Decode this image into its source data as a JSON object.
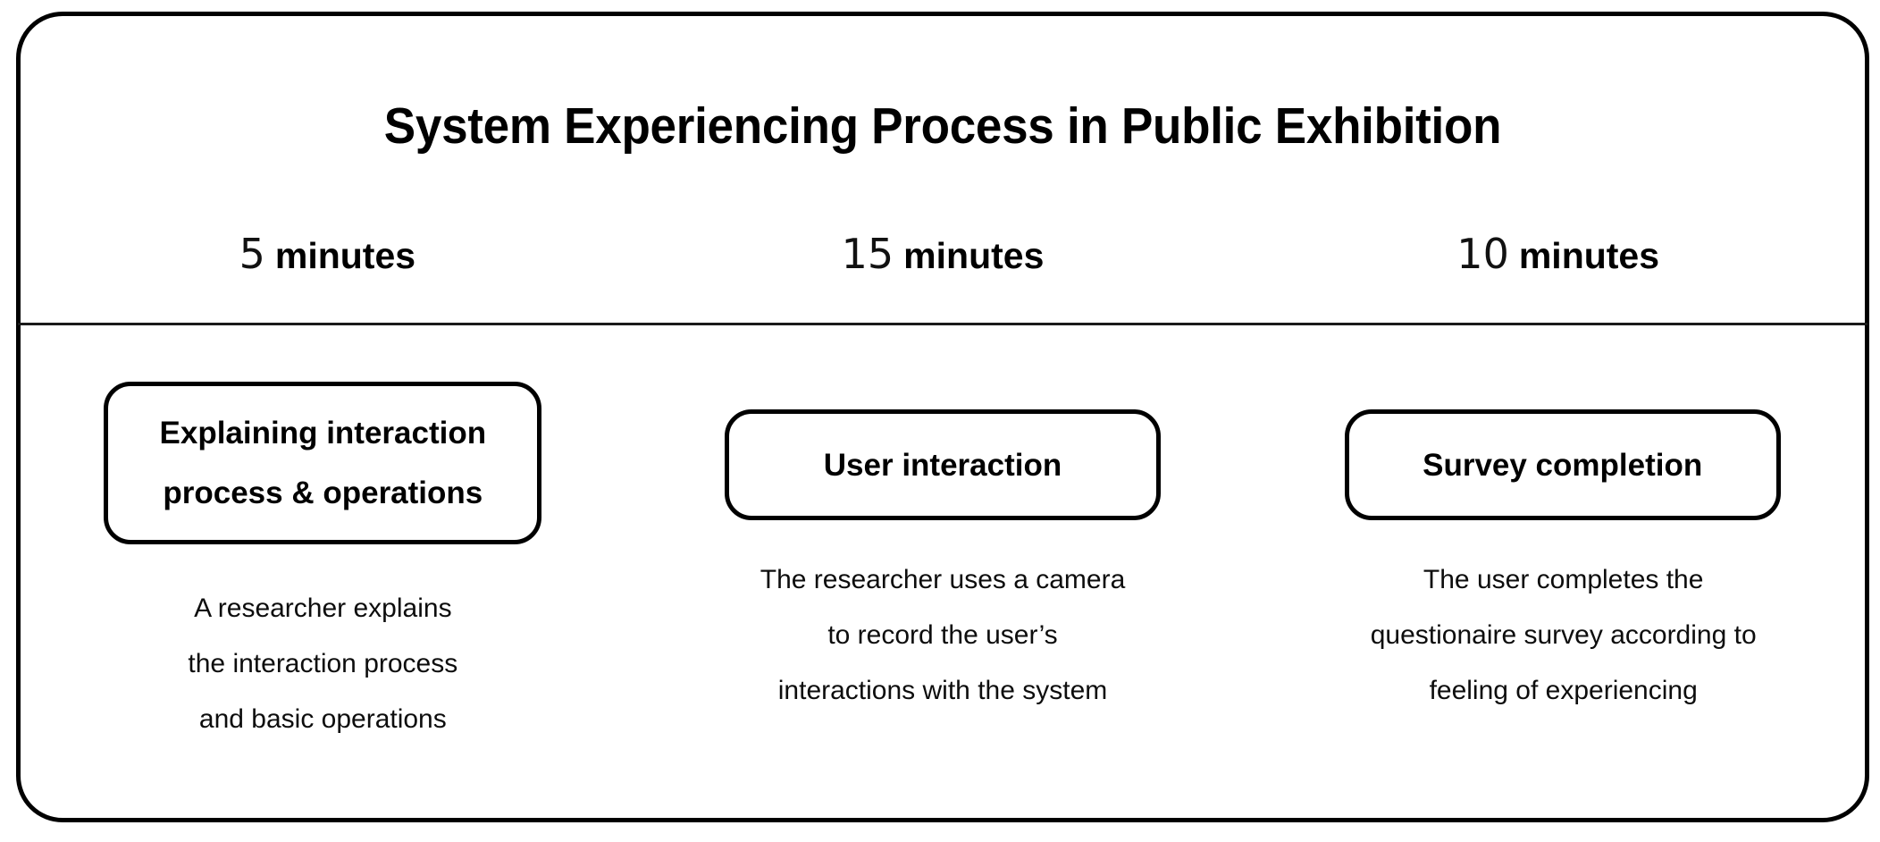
{
  "figure": {
    "title": "System Experiencing Process in Public Exhibition"
  },
  "durations": [
    {
      "number": "5",
      "unit": "minutes"
    },
    {
      "number": "15",
      "unit": "minutes"
    },
    {
      "number": "10",
      "unit": "minutes"
    }
  ],
  "stages": [
    {
      "box_line1": "Explaining interaction",
      "box_line2": "process & operations",
      "caption_line1": "A researcher explains",
      "caption_line2": "the interaction process",
      "caption_line3": "and basic operations"
    },
    {
      "box_line1": "User interaction",
      "box_line2": "",
      "caption_line1": "The researcher uses a camera",
      "caption_line2": "to record the user’s",
      "caption_line3": "interactions with the system"
    },
    {
      "box_line1": "Survey completion",
      "box_line2": "",
      "caption_line1": "The user completes the",
      "caption_line2": "questionaire survey according to",
      "caption_line3": "feeling of experiencing"
    }
  ],
  "colors": {
    "stroke": "#000000",
    "text": "#000000",
    "background": "#ffffff",
    "divider": "#1a1a1a"
  }
}
